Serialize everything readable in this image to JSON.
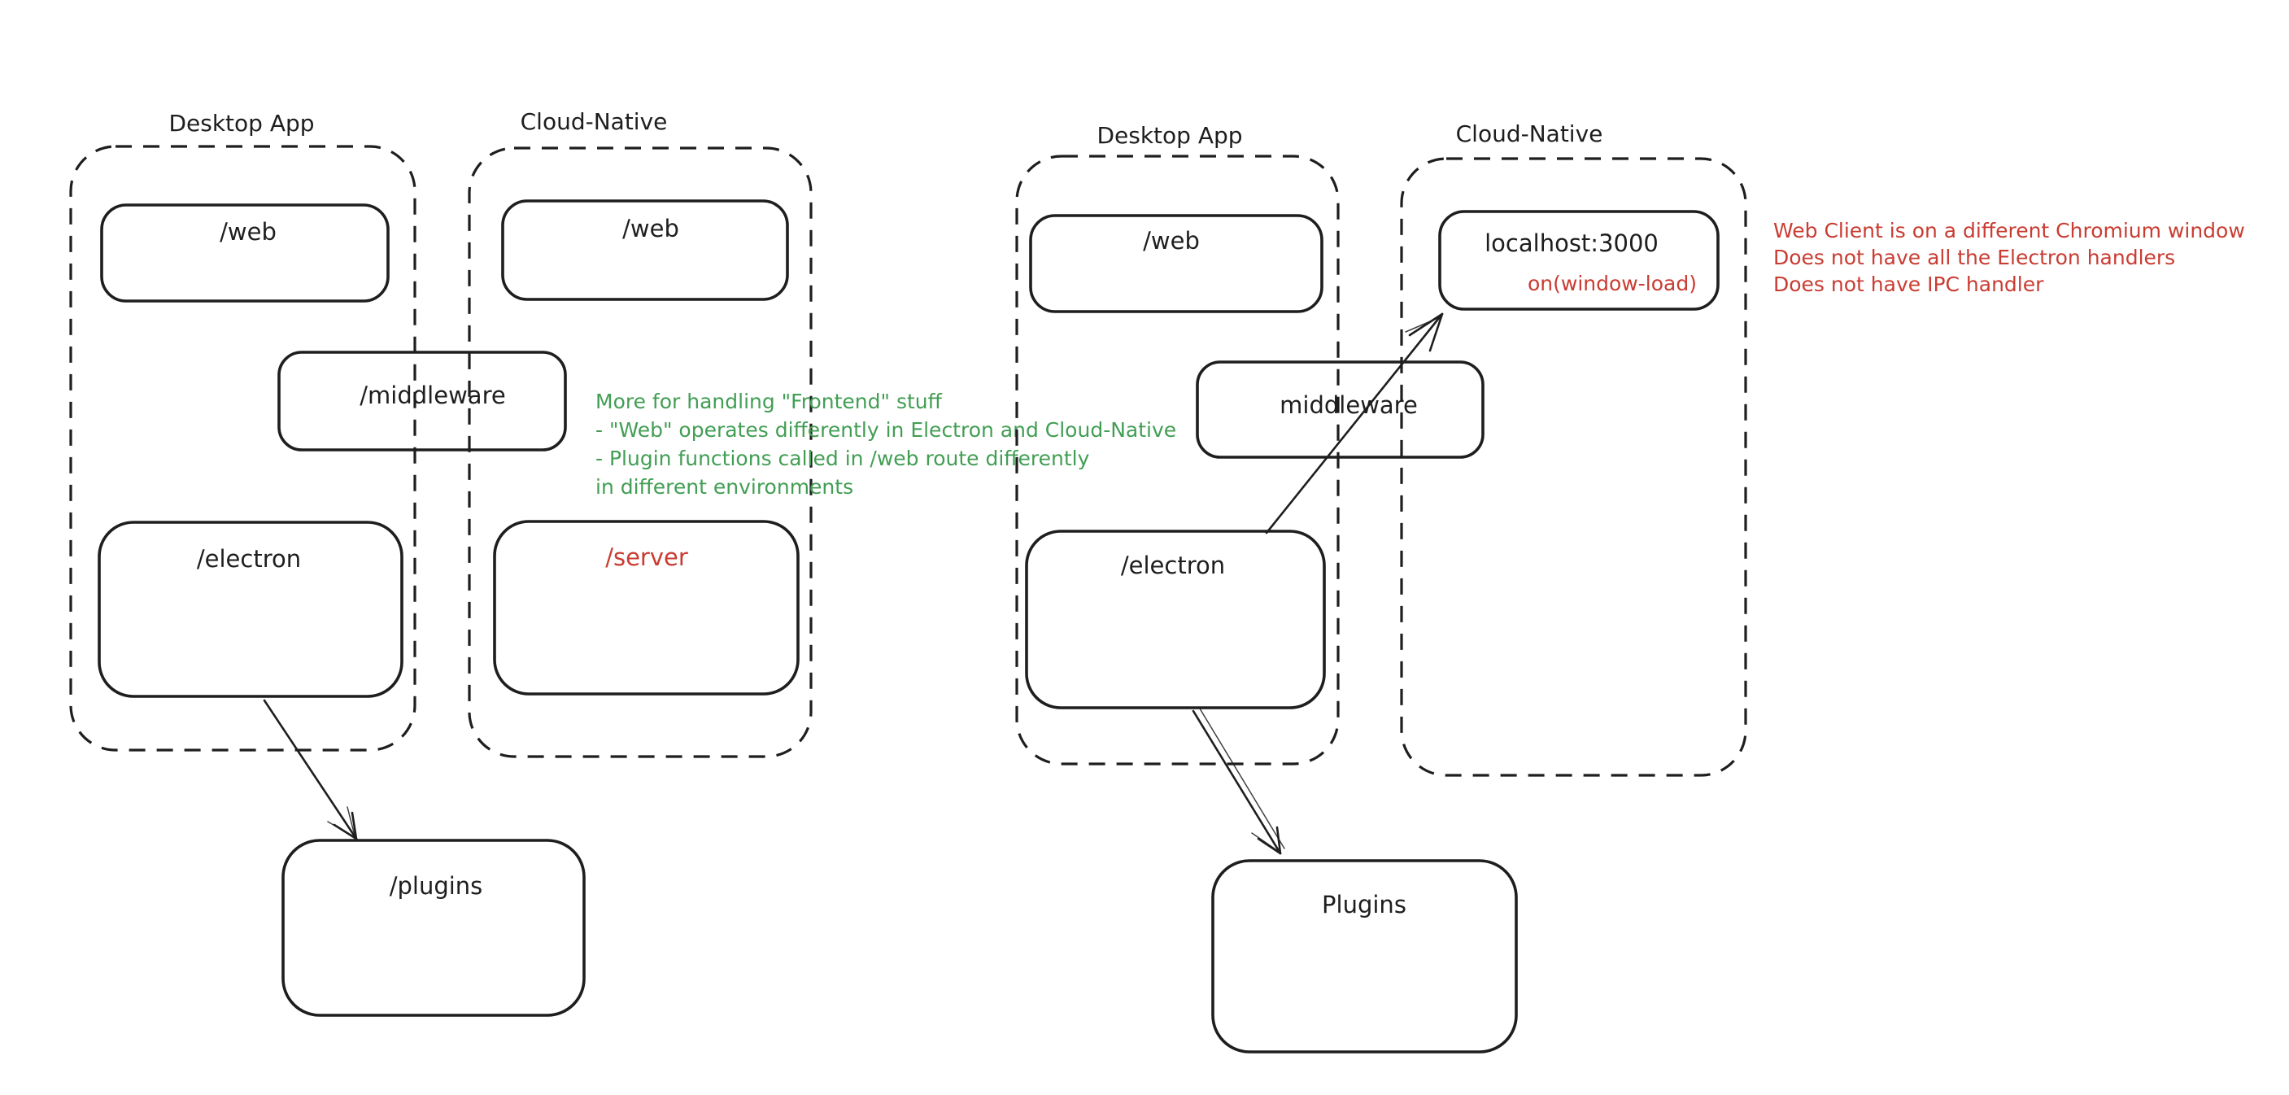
{
  "colors": {
    "ink": "#1e1e1e",
    "red": "#c93c32",
    "green": "#429e54",
    "background": "#ffffff"
  },
  "left_diagram": {
    "desktop_container_label": "Desktop App",
    "cloud_container_label": "Cloud-Native",
    "desktop_web_box": "/web",
    "cloud_web_box": "/web",
    "middleware_box": "/middleware",
    "electron_box": "/electron",
    "server_box": "/server",
    "plugins_box": "/plugins",
    "green_note_lines": [
      "More for handling \"Frontend\" stuff",
      "- \"Web\" operates differently in Electron and Cloud-Native",
      "- Plugin functions called in /web route differently",
      "in different environments"
    ]
  },
  "right_diagram": {
    "desktop_container_label": "Desktop App",
    "cloud_container_label": "Cloud-Native",
    "desktop_web_box": "/web",
    "localhost_box": "localhost:3000",
    "localhost_event": "on(window-load)",
    "middleware_box": "middleware",
    "electron_box": "/electron",
    "plugins_box": "Plugins",
    "red_note_lines": [
      "Web Client is on a different Chromium window",
      "Does not have all the Electron handlers",
      "Does not have IPC handler"
    ]
  }
}
